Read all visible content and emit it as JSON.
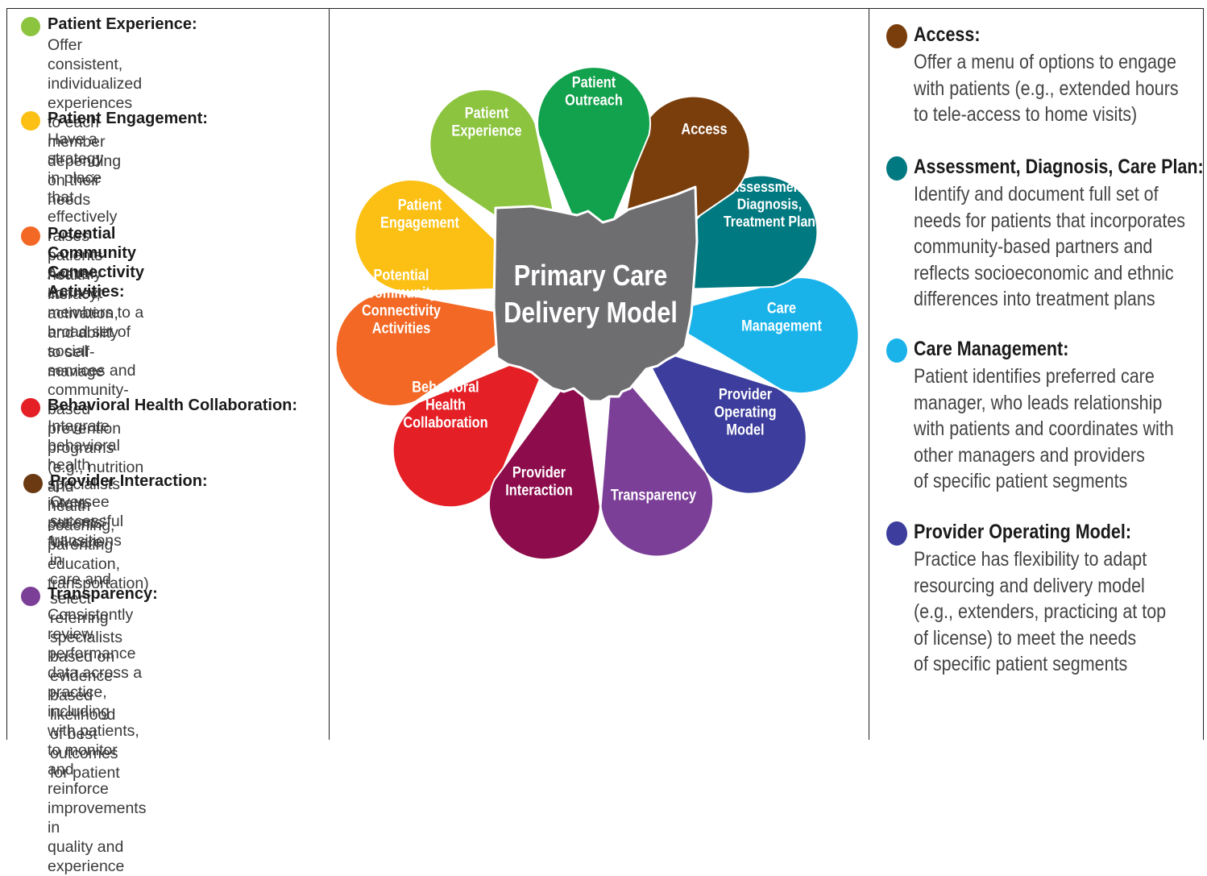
{
  "center": {
    "line1": "Primary Care",
    "line2": "Delivery Model"
  },
  "petals": [
    {
      "id": "patient-outreach",
      "lines": [
        "Patient",
        "Outreach"
      ],
      "color": "#12a14c"
    },
    {
      "id": "access",
      "lines": [
        "Access"
      ],
      "color": "#7a3e0c"
    },
    {
      "id": "assessment",
      "lines": [
        "Assessment,",
        "Diagnosis,",
        "Treatment Plan"
      ],
      "color": "#007a80"
    },
    {
      "id": "care-management",
      "lines": [
        "Care",
        "Management"
      ],
      "color": "#19b3ea"
    },
    {
      "id": "provider-operating-model",
      "lines": [
        "Provider",
        "Operating",
        "Model"
      ],
      "color": "#3c3d9c"
    },
    {
      "id": "transparency",
      "lines": [
        "Transparency"
      ],
      "color": "#7c3f98"
    },
    {
      "id": "provider-interaction",
      "lines": [
        "Provider",
        "Interaction"
      ],
      "color": "#8c0c4c"
    },
    {
      "id": "behavioral-health",
      "lines": [
        "Behavioral",
        "Health",
        "Collaboration"
      ],
      "color": "#e41f26"
    },
    {
      "id": "potential-community",
      "lines": [
        "Potential",
        "Community",
        "Connectivity",
        "Activities"
      ],
      "color": "#f26824"
    },
    {
      "id": "patient-engagement",
      "lines": [
        "Patient",
        "Engagement"
      ],
      "color": "#fbc013"
    },
    {
      "id": "patient-experience",
      "lines": [
        "Patient",
        "Experience"
      ],
      "color": "#8cc43f"
    }
  ],
  "left_items": [
    {
      "title": "Patient Experience:",
      "color": "#8cc43f",
      "desc": "Offer consistent, individualized\nexperiences to each member\ndepending on their needs"
    },
    {
      "title": "Patient Engagement:",
      "color": "#fbc013",
      "desc": "Have a strategy in place that\neffectively raises patients’ health\nliteracy, activation, and ability\nto self-manage"
    },
    {
      "title": "Potential Community\nConnectivity Activities:",
      "color": "#f26824",
      "desc": "Actively connect members to a\nbroad set of social services and\ncommunity-based prevention\nprograms (e.g., nutrition and\nhealth coaching, parenting\neducation, transportation)"
    },
    {
      "title": "Behavioral Health Collaboration:",
      "color": "#e41f26",
      "desc": "Integrate behavioral health\nspecialists into a patients’ full care"
    },
    {
      "title": "Provider Interaction:",
      "color": "#6b3a12",
      "desc": "Oversee successful transitions in\ncare and select referring specialists\nbased on evidence-based likelihood\nof best outcomes for patient"
    },
    {
      "title": "Transparency:",
      "color": "#7c3f98",
      "desc": "Consistently review performance\ndata across a practice, including\nwith patients, to monitor and\nreinforce improvements in\nquality and experience"
    }
  ],
  "right_items": [
    {
      "title": "Access:",
      "color": "#7a3e0c",
      "desc": "Offer a menu of options to engage\nwith patients (e.g., extended hours\nto tele-access to home visits)"
    },
    {
      "title": "Assessment, Diagnosis, Care Plan:",
      "color": "#007a80",
      "desc": "Identify and document full set of\nneeds for patients that incorporates\ncommunity-based partners and\nreflects socioeconomic and ethnic\ndifferences into treatment plans"
    },
    {
      "title": "Care Management:",
      "color": "#19b3ea",
      "desc": "Patient identifies preferred care\nmanager, who leads relationship\nwith patients and coordinates with\nother managers and providers\nof specific patient segments"
    },
    {
      "title": "Provider Operating Model:",
      "color": "#3c3d9c",
      "desc": "Practice has flexibility to adapt\nresourcing and delivery model\n(e.g., extenders, practicing at top\nof license)  to meet the needs\nof specific patient segments"
    }
  ]
}
